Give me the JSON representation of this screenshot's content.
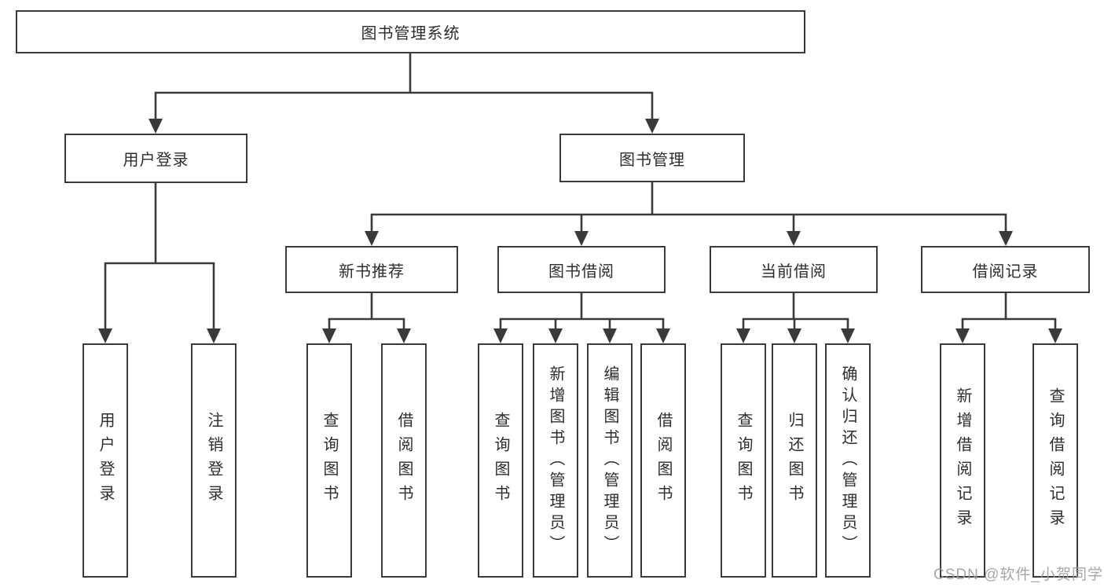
{
  "diagram_title": "图书管理系统",
  "nodes": {
    "root": "图书管理系统",
    "login": "用户登录",
    "management": "图书管理",
    "management_children": [
      "新书推荐",
      "图书借阅",
      "当前借阅",
      "借阅记录"
    ],
    "login_leaves": [
      "用户登录",
      "注销登录"
    ],
    "recommend_leaves": [
      "查询图书",
      "借阅图书"
    ],
    "borrow_leaves": [
      "查询图书",
      "新增图书（管理员）",
      "编辑图书（管理员）",
      "借阅图书"
    ],
    "current_leaves": [
      "查询图书",
      "归还图书",
      "确认归还（管理员）"
    ],
    "records_leaves": [
      "新增借阅记录",
      "查询借阅记录"
    ]
  },
  "watermark": "CSDN @软件_小贺同学",
  "colors": {
    "line": "#3a3a3a",
    "text": "#2d2d2d",
    "box_fill": "#ffffff",
    "background": "#ffffff",
    "watermark": "#9e9e9e"
  }
}
